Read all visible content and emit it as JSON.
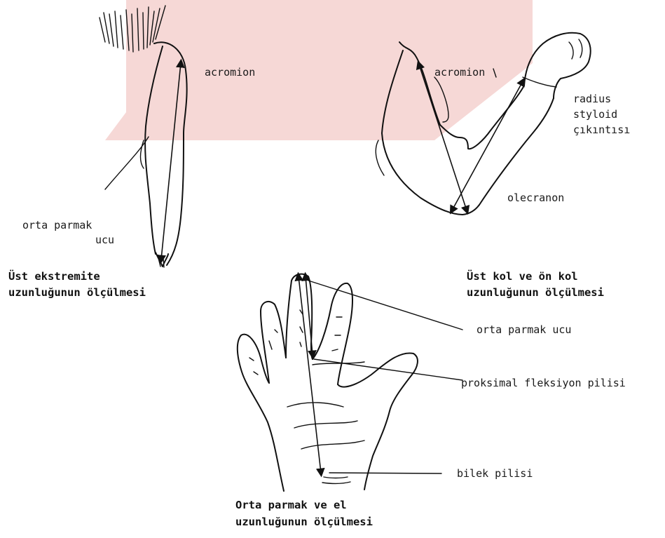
{
  "colors": {
    "watermark": "#f6d8d6",
    "ink": "#111111",
    "background": "#ffffff"
  },
  "panels": {
    "upper_extremity": {
      "label_acromion": "acromion",
      "label_fingertip_line1": "orta parmak",
      "label_fingertip_line2": "ucu",
      "caption_line1": "Üst ekstremite",
      "caption_line2": "uzunluğunun ölçülmesi"
    },
    "arm_forearm": {
      "label_acromion": "acromion",
      "label_radius_line1": "radius",
      "label_radius_line2": "styloid",
      "label_radius_line3": "çıkıntısı",
      "label_olecranon": "olecranon",
      "caption_line1": "Üst kol ve ön kol",
      "caption_line2": "uzunluğunun ölçülmesi"
    },
    "hand": {
      "label_fingertip": "orta parmak ucu",
      "label_flexion_crease": "proksimal fleksiyon pilisi",
      "label_wrist_crease": "bilek pilisi",
      "caption_line1": "Orta parmak ve el",
      "caption_line2": "uzunluğunun ölçülmesi"
    }
  }
}
